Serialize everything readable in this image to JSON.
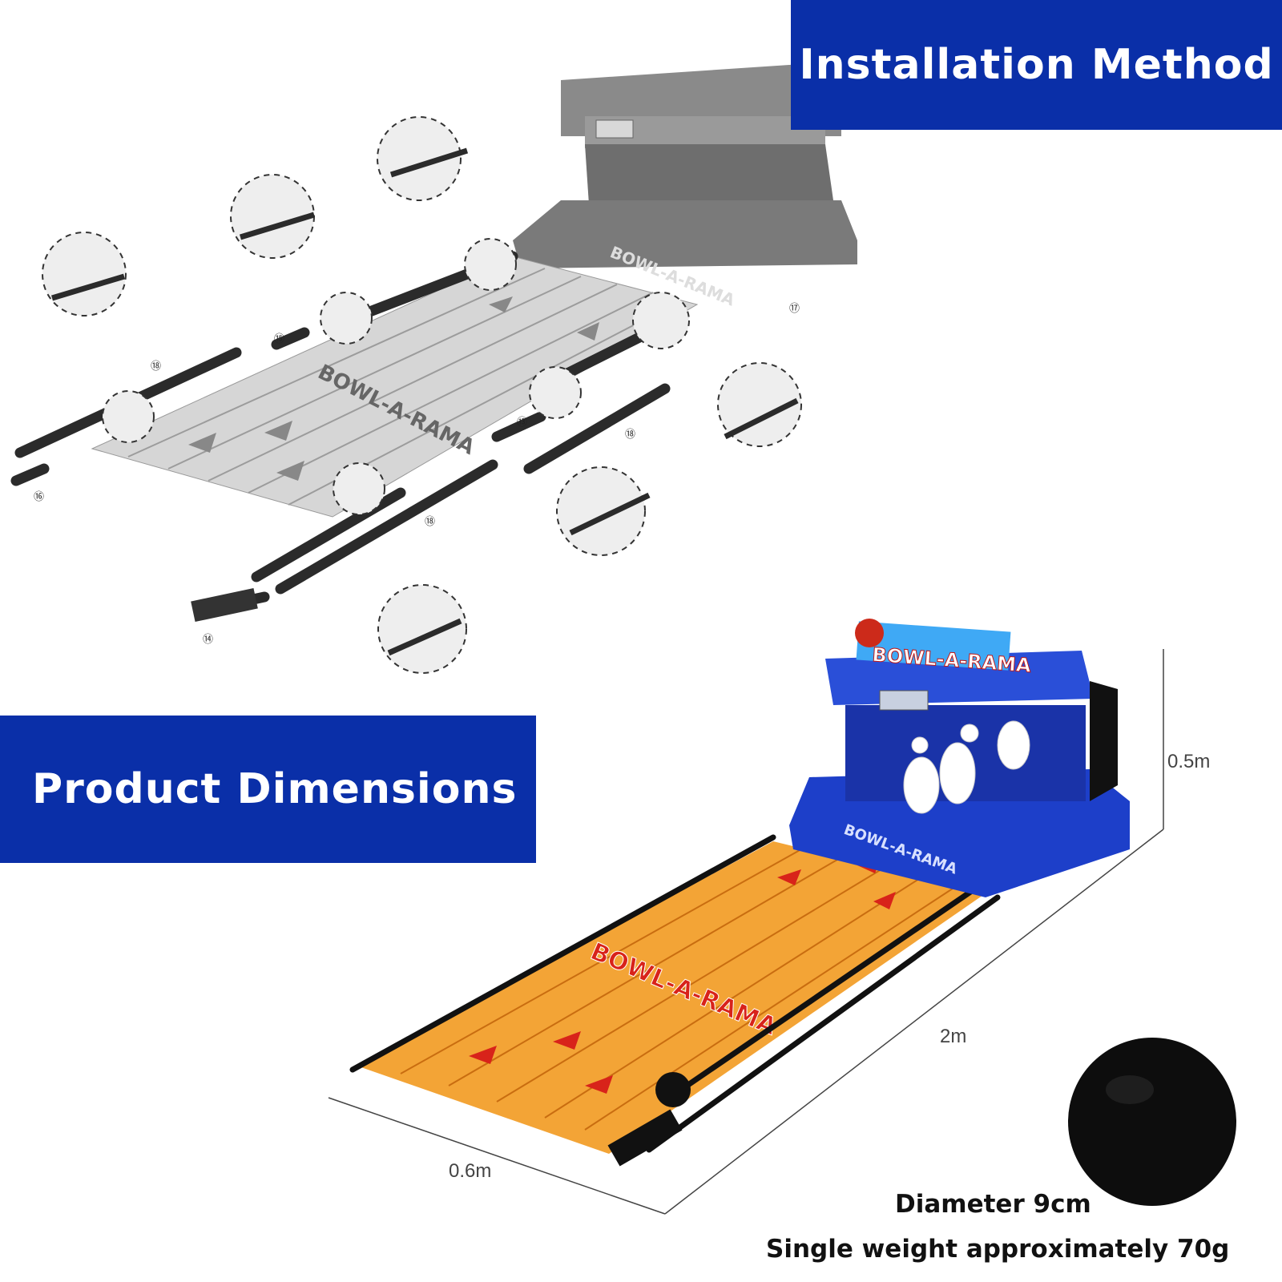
{
  "banners": {
    "installation": "Installation Method",
    "dimensions": "Product Dimensions"
  },
  "diagram": {
    "brand": "BOWL-A-RAMA",
    "part_numbers": [
      "⑱",
      "⑮",
      "⑰",
      "⑬",
      "⑱",
      "⑯",
      "⑱",
      "⑭"
    ]
  },
  "product": {
    "brand_sign": "BOWL-A-RAMA",
    "height": "0.5m",
    "length": "2m",
    "width": "0.6m"
  },
  "ball": {
    "diameter": "Diameter 9cm",
    "weight": "Single weight approximately 70g"
  }
}
